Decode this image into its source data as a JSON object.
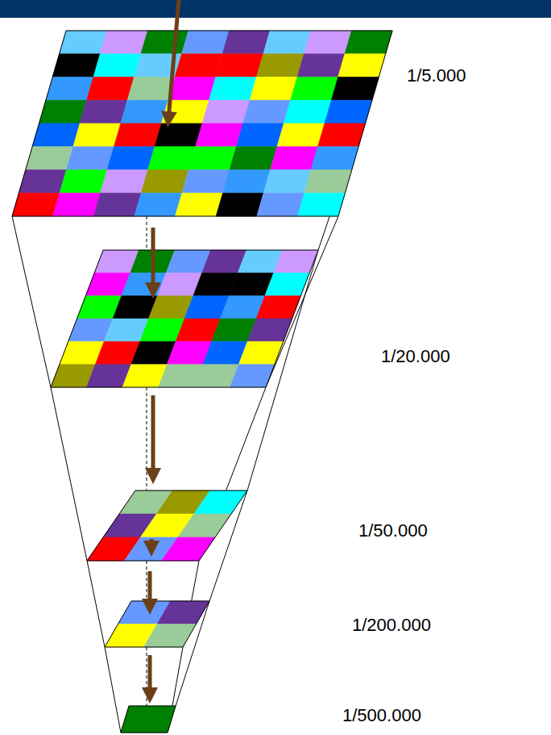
{
  "diagram": {
    "labels": [
      "1/5.000",
      "1/20.000",
      "1/50.000",
      "1/200.000",
      "1/500.000"
    ]
  }
}
